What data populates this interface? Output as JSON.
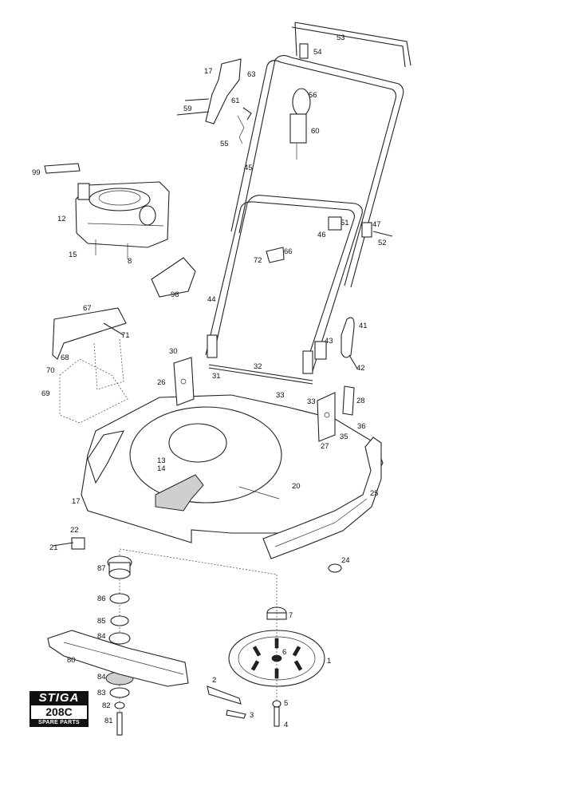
{
  "brand": {
    "logo": "STIGA",
    "model": "208C",
    "subtitle": "SPARE PARTS"
  },
  "part_numbers": [
    "1",
    "2",
    "3",
    "4",
    "5",
    "6",
    "7",
    "8",
    "12",
    "13",
    "14",
    "15",
    "17",
    "20",
    "21",
    "22",
    "24",
    "25",
    "26",
    "27",
    "28",
    "30",
    "31",
    "32",
    "33",
    "35",
    "36",
    "41",
    "42",
    "43",
    "44",
    "45",
    "46",
    "47",
    "51",
    "52",
    "53",
    "54",
    "55",
    "56",
    "59",
    "60",
    "61",
    "63",
    "66",
    "67",
    "68",
    "69",
    "70",
    "71",
    "72",
    "80",
    "81",
    "82",
    "83",
    "84",
    "85",
    "86",
    "87",
    "98",
    "99"
  ]
}
